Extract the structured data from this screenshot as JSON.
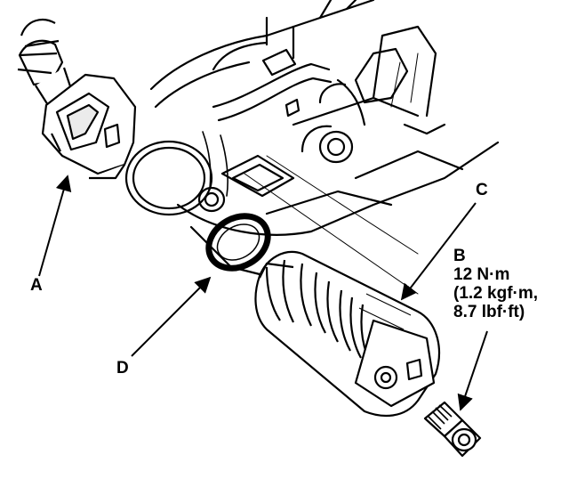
{
  "labels": {
    "a": "A",
    "b": "B",
    "c": "C",
    "d": "D"
  },
  "torque_spec": {
    "value": "12 N·m",
    "kgf": "(1.2 kgf·m,",
    "lbf": "8.7 lbf·ft)"
  }
}
